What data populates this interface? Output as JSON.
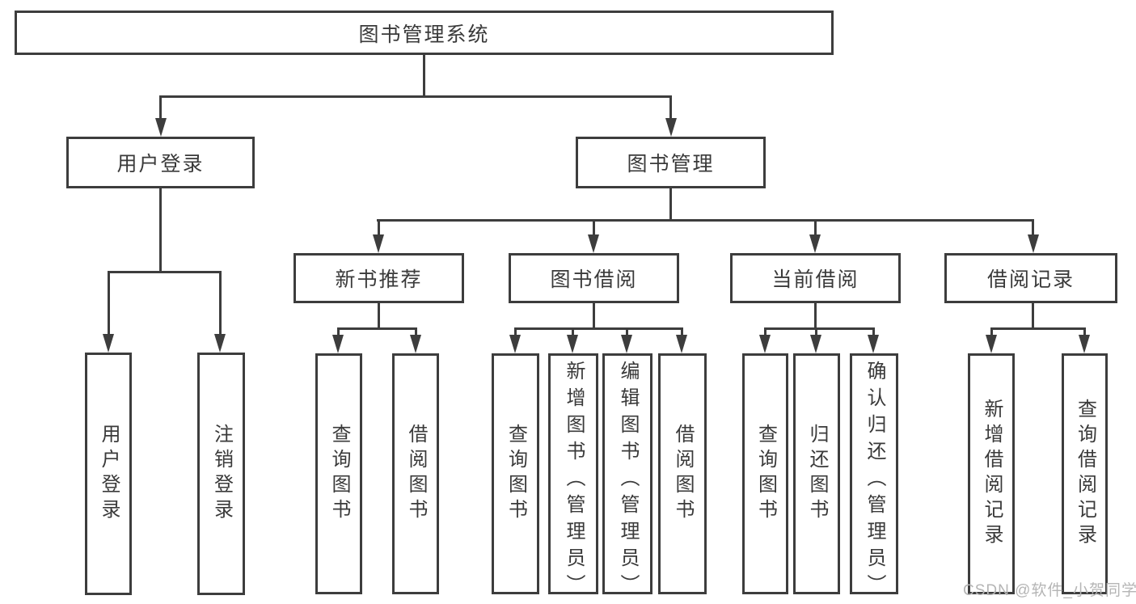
{
  "style": {
    "line_color": "#3d3d3d",
    "text_color": "#3a3a3a",
    "watermark_color": "#b5b5b5",
    "background": "#ffffff"
  },
  "watermark": "CSDN @软件_小贺同学",
  "tree": {
    "label": "图书管理系统",
    "children": [
      {
        "label": "用户登录",
        "children": [
          {
            "label": "用户登录"
          },
          {
            "label": "注销登录"
          }
        ]
      },
      {
        "label": "图书管理",
        "children": [
          {
            "label": "新书推荐",
            "children": [
              {
                "label": "查询图书"
              },
              {
                "label": "借阅图书"
              }
            ]
          },
          {
            "label": "图书借阅",
            "children": [
              {
                "label": "查询图书"
              },
              {
                "label": "新增图书（管理员）"
              },
              {
                "label": "编辑图书（管理员）"
              },
              {
                "label": "借阅图书"
              }
            ]
          },
          {
            "label": "当前借阅",
            "children": [
              {
                "label": "查询图书"
              },
              {
                "label": "归还图书"
              },
              {
                "label": "确认归还（管理员）"
              }
            ]
          },
          {
            "label": "借阅记录",
            "children": [
              {
                "label": "新增借阅记录"
              },
              {
                "label": "查询借阅记录"
              }
            ]
          }
        ]
      }
    ]
  }
}
